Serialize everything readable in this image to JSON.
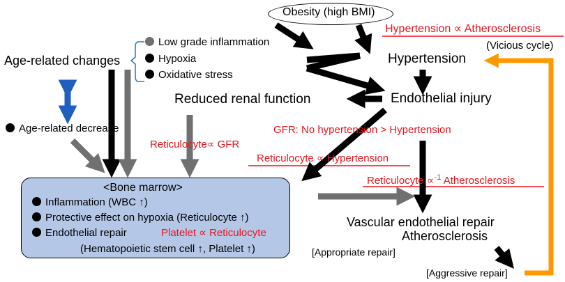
{
  "nodes": {
    "obesity": "Obesity (high BMI)",
    "hypertension_relation": "Hypertension ∝ Atherosclerosis",
    "vicious_cycle": "(Vicious cycle)",
    "hypertension": "Hypertension",
    "endothelial_injury": "Endothelial injury",
    "age_related_changes": "Age-related changes",
    "low_grade_inflammation": "Low grade inflammation",
    "hypoxia": "Hypoxia",
    "oxidative_stress": "Oxidative stress",
    "reduced_renal_function": "Reduced renal function",
    "age_related_decrease": "Age-related decrease",
    "gfr_relation": "GFR: No hypertension > Hypertension",
    "reticulocyte_gfr": "Reticulocyte∝ GFR",
    "reticulocyte_hypertension": "Reticulocyte ∝ Hypertension",
    "reticulocyte_atherosclerosis": "Reticulocyte ∝",
    "reticulocyte_atherosclerosis_exp": "-1",
    "reticulocyte_atherosclerosis_tail": "Atherosclerosis",
    "vascular_repair": "Vascular endothelial repair",
    "atherosclerosis": "Atherosclerosis",
    "appropriate_repair": "[Appropriate repair]",
    "aggressive_repair": "[Aggressive repair]"
  },
  "bone_marrow": {
    "title": "<Bone marrow>",
    "inflammation": "Inflammation (WBC ↑)",
    "hypoxia_effect": "Protective effect on hypoxia (Reticulocyte ↑)",
    "endothelial_repair": "Endothelial repair",
    "platelet_relation": "Platelet ∝ Reticulocyte",
    "hematopoietic": "(Hematopoietic stem cell ↑, Platelet ↑)"
  },
  "colors": {
    "red_text": "#e8141c",
    "box_fill": "#b4c7e7",
    "gray_arrow": "#707070",
    "blue_arrow": "#1f5fc0",
    "orange_loop": "#ff9900"
  }
}
